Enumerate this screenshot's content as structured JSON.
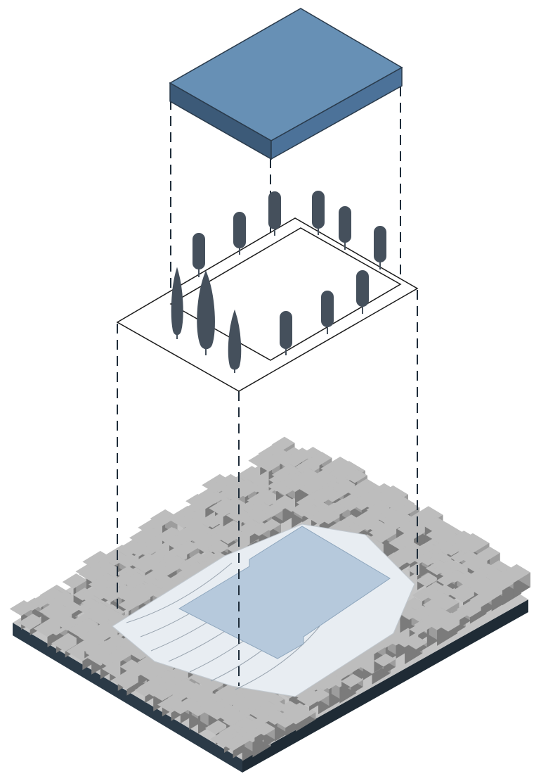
{
  "colors": {
    "background": "#ffffff",
    "volume_top": "#6790b5",
    "volume_left": "#3c5a78",
    "volume_right": "#4c7299",
    "volume_edge": "#2a3b4c",
    "tree": "#45505c",
    "outline": "#1a1a1a",
    "dash": "#1f2d3a",
    "base_side_left": "#2b3a47",
    "base_side_right": "#1f2b35",
    "base_top": "#c9c9c9",
    "building_light": "#bdbdbd",
    "building_mid": "#9d9d9d",
    "building_dark": "#7b7b7b",
    "plaza": "#e9eef3",
    "site_plane": "#b6c9dc"
  },
  "layers": [
    {
      "name": "volume",
      "shape": "box"
    },
    {
      "name": "park",
      "shape": "outline",
      "trees": 12
    },
    {
      "name": "terrain",
      "shape": "city-block"
    }
  ]
}
